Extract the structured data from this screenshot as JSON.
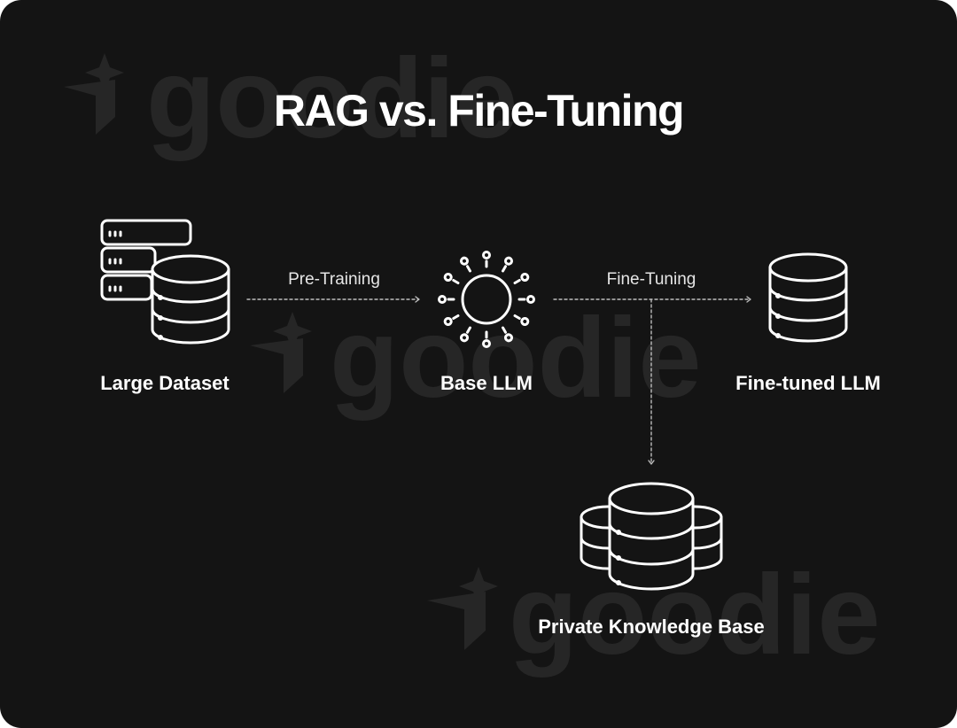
{
  "watermark": {
    "text": "goodie"
  },
  "title": "RAG vs. Fine-Tuning",
  "nodes": {
    "large_dataset": {
      "label": "Large Dataset",
      "icon": "servers-database-icon"
    },
    "base_llm": {
      "label": "Base LLM",
      "icon": "neural-sun-icon"
    },
    "fine_tuned_llm": {
      "label": "Fine-tuned LLM",
      "icon": "database-icon"
    },
    "private_kb": {
      "label": "Private Knowledge Base",
      "icon": "database-cluster-icon"
    }
  },
  "edges": {
    "pre_training": {
      "label": "Pre-Training",
      "from": "Large Dataset",
      "to": "Base LLM"
    },
    "fine_tuning": {
      "label": "Fine-Tuning",
      "from": "Base LLM",
      "to": "Fine-tuned LLM"
    }
  },
  "colors": {
    "background": "#141414",
    "foreground": "#ffffff",
    "watermark": "#2a2a2a"
  }
}
